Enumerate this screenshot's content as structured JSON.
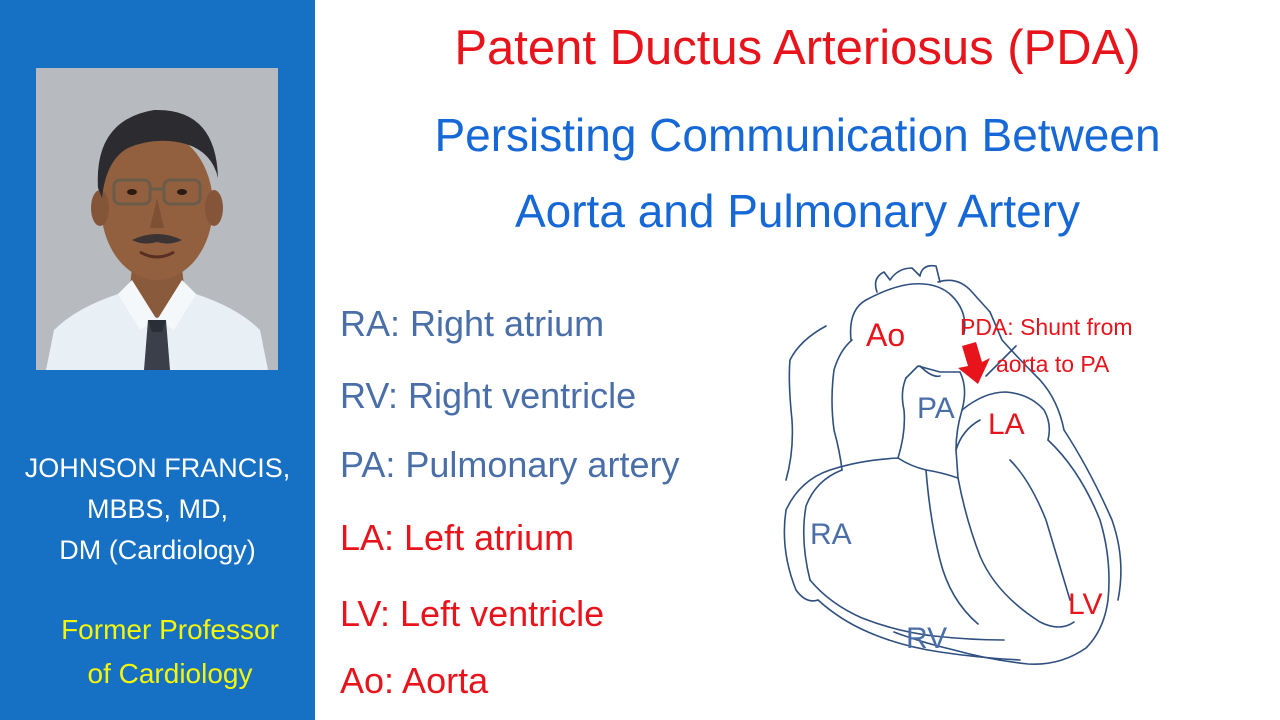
{
  "author": {
    "name_line1": "JOHNSON FRANCIS,",
    "name_line2": "MBBS, MD,",
    "name_line3": "DM (Cardiology)",
    "role_line1": "Former Professor",
    "role_line2": "of Cardiology"
  },
  "title": "Patent Ductus Arteriosus (PDA)",
  "subtitle": {
    "line1": "Persisting Communication Between",
    "line2": "Aorta and Pulmonary Artery"
  },
  "legend": [
    "RA: Right atrium",
    "RV: Right ventricle",
    "PA: Pulmonary artery",
    "LA: Left atrium",
    "LV: Left ventricle",
    "Ao: Aorta"
  ],
  "diagram": {
    "labels": {
      "ao": "Ao",
      "pa": "PA",
      "la": "LA",
      "ra": "RA",
      "rv": "RV",
      "lv": "LV"
    },
    "annotation_line1": "PDA: Shunt from",
    "annotation_line2": "aorta to PA"
  },
  "colors": {
    "sidebar": "#1670c4",
    "title_red": "#e8141c",
    "subtitle_blue": "#1668d6",
    "legend_blue": "#4a6fa8",
    "role_yellow": "#f5f50a",
    "outline": "#2f4f7f"
  }
}
